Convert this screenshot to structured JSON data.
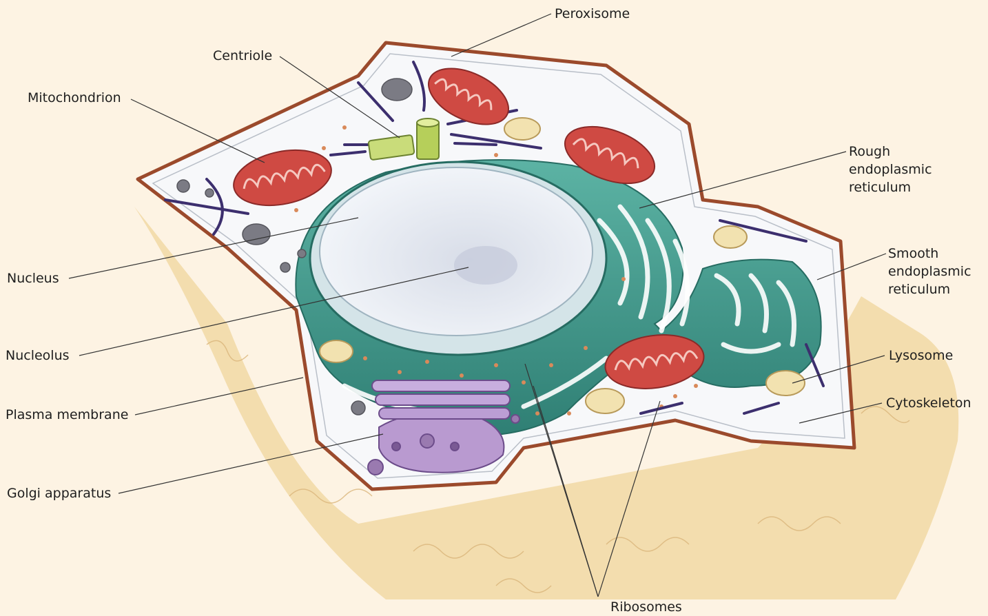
{
  "labels": {
    "peroxisome": "Peroxisome",
    "centriole": "Centriole",
    "mitochondrion": "Mitochondrion",
    "rough_er": [
      "Rough",
      "endoplasmic",
      "reticulum"
    ],
    "smooth_er": [
      "Smooth",
      "endoplasmic",
      "reticulum"
    ],
    "nucleus": "Nucleus",
    "nucleolus": "Nucleolus",
    "plasma_membrane": "Plasma membrane",
    "golgi": "Golgi apparatus",
    "lysosome": "Lysosome",
    "cytoskeleton": "Cytoskeleton",
    "ribosomes": "Ribosomes"
  },
  "colors": {
    "background": "#fdf3e3",
    "extracellular": "#f1d8a4",
    "membrane": "#9b4a2c",
    "cytoplasm": "#f7f8fa",
    "er": "#3e9a8c",
    "nucleus": "#e9eef5",
    "mitochondrion": "#cf4a43",
    "golgi": "#b99ad0",
    "centriole": "#b6cf5a",
    "lysosome": "#f2e2b0",
    "cytoskeleton": "#3c2f6e"
  }
}
